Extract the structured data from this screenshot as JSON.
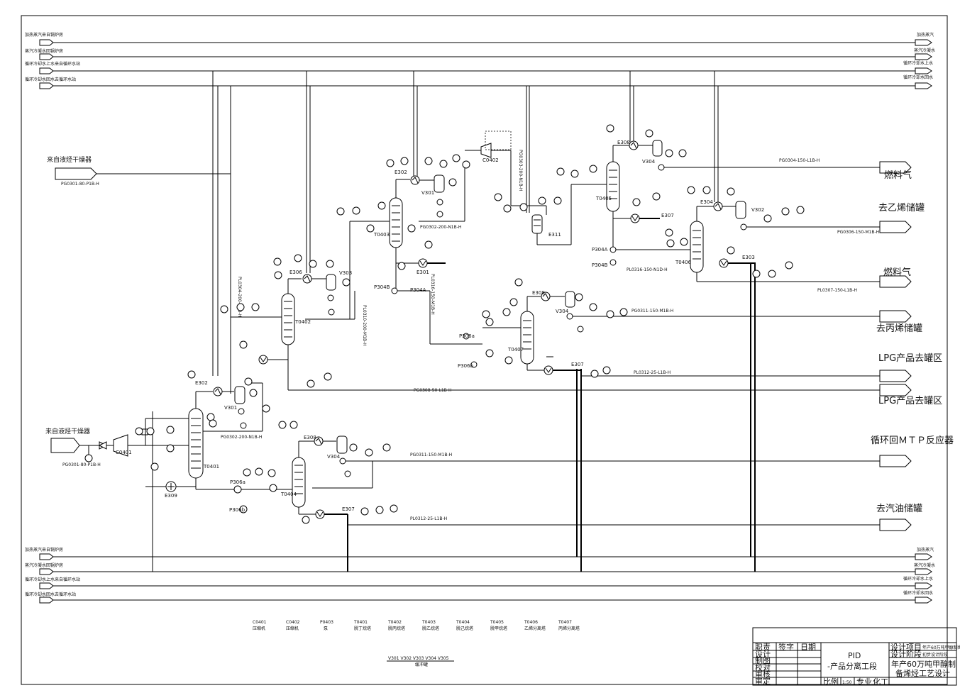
{
  "utility_lines": {
    "top": [
      {
        "left": "加热蒸汽来自锅炉房",
        "right": "加热蒸汽"
      },
      {
        "left": "蒸汽冷凝水回锅炉房",
        "right": "蒸汽冷凝水"
      },
      {
        "left": "循环冷却水上水来自循环水站",
        "right": "循环冷却水上水"
      },
      {
        "left": "循环冷却水回水去循环水站",
        "right": "循环冷却水回水"
      }
    ],
    "bottom": [
      {
        "left": "加热蒸汽来自锅炉房",
        "right": "加热蒸汽"
      },
      {
        "left": "蒸汽冷凝水回锅炉房",
        "right": "蒸汽冷凝水"
      },
      {
        "left": "循环冷却水上水来自循环水站",
        "right": "循环冷却水上水"
      },
      {
        "left": "循环冷却水回水去循环水站",
        "right": "循环冷却水回水"
      }
    ]
  },
  "inlets": [
    {
      "label": "来自液烃干燥器",
      "line": "PG0301-80-P1B-H"
    },
    {
      "label": "来自液烃干燥器",
      "line": "PG0301-80-P1B-H"
    }
  ],
  "outlets": [
    "燃料气",
    "去乙烯储罐",
    "燃料气",
    "去丙烯储罐",
    "LPG产品去罐区",
    "LPG产品去罐区",
    "循环回ＭＴＰ反应器",
    "去汽油储罐"
  ],
  "outlet_lines": [
    "PG0304-150-L1B-H",
    "PG0306-150-M1B-H",
    "PL0307-150-L1B-H",
    "PG0311-150-M1B-H",
    "PL0312-25-L1B-H",
    "PG0308-50-L1B-H",
    "PG0311-150-M1B-H",
    "PL0312-25-L1B-H"
  ],
  "pipe_labels": [
    "PG0302-200-N1B-H",
    "PG0302-200-N1B-H",
    "PL0316-150-N1D-H",
    "PG0303-200-N1B-H",
    "PL0310-200-M1B-H",
    "PL0316-150-M1B-H",
    "PL0304-200-N1B-H"
  ],
  "equipment_tags": [
    "C0401",
    "T0401",
    "E302",
    "V301",
    "E309",
    "P306a",
    "P306b",
    "T0402",
    "E306",
    "V303",
    "T0403",
    "E302",
    "V301",
    "C0402",
    "E301",
    "P304B",
    "P304A",
    "E311",
    "T0405",
    "E308",
    "V304",
    "E307",
    "P304A",
    "P304B",
    "E304",
    "V302",
    "T0406",
    "E303",
    "T0407",
    "E308",
    "V304",
    "P306a",
    "P306b",
    "E307",
    "T0404",
    "E308",
    "V304",
    "E307"
  ],
  "legend": {
    "items": [
      {
        "tag": "C0401",
        "desc": "压缩机"
      },
      {
        "tag": "C0402",
        "desc": "压缩机"
      },
      {
        "tag": "P0403",
        "desc": "泵"
      },
      {
        "tag": "T0401",
        "desc": "脱丁烷塔"
      },
      {
        "tag": "T0402",
        "desc": "脱丙烷塔"
      },
      {
        "tag": "T0403",
        "desc": "脱乙烷塔"
      },
      {
        "tag": "T0404",
        "desc": "脱己烷塔"
      },
      {
        "tag": "T0405",
        "desc": "脱甲烷塔"
      },
      {
        "tag": "T0406",
        "desc": "乙烯分离塔"
      },
      {
        "tag": "T0407",
        "desc": "丙烯分离塔"
      }
    ],
    "vessels": "V301   V302   V303   V304   V305",
    "vessels_desc": "缓冲罐"
  },
  "title_block": {
    "role_header": "职责",
    "sign_header": "签字",
    "date_header": "日期",
    "roles": [
      "设计",
      "制图",
      "校对",
      "审核",
      "审定"
    ],
    "drawing_title": "PID",
    "drawing_subtitle": "-产品分离工段",
    "project_header": "设计项目",
    "project_value": "年产60万吨甲醇制烯烃",
    "stage_header": "设计阶段",
    "stage_value": "初步设计阶段",
    "project_name_line1": "年产60万吨甲醇制",
    "project_name_line2": "备烯烃工艺设计",
    "scale_label": "比例",
    "scale_value": "1:50",
    "discipline_label": "专业",
    "discipline_value": "化工"
  }
}
